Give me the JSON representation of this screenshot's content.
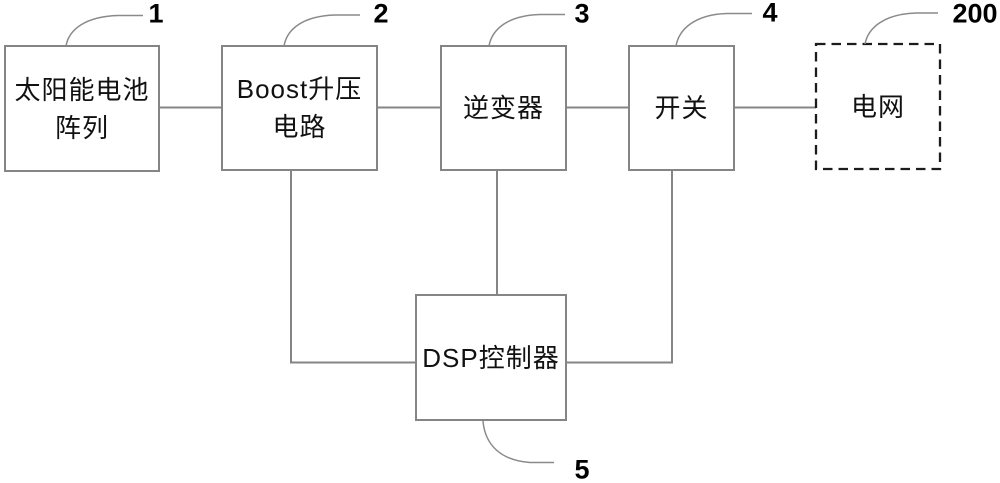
{
  "colors": {
    "background": "#ffffff",
    "block_border": "#858585",
    "connector_line": "#858585",
    "leader_line": "#8a8a8a",
    "dashed_border": "#1c1c1c",
    "block_text": "#111111",
    "ref_text": "#000000"
  },
  "blocks": {
    "solar_array": {
      "lines": [
        "太阳能电池",
        "阵列"
      ],
      "ref": "1"
    },
    "boost": {
      "lines": [
        "Boost升压",
        "电路"
      ],
      "ref": "2"
    },
    "inverter": {
      "lines": [
        "逆变器"
      ],
      "ref": "3"
    },
    "switch": {
      "lines": [
        "开关"
      ],
      "ref": "4"
    },
    "grid": {
      "lines": [
        "电网"
      ],
      "ref": "200"
    },
    "dsp": {
      "lines": [
        "DSP控制器"
      ],
      "ref": "5"
    }
  }
}
